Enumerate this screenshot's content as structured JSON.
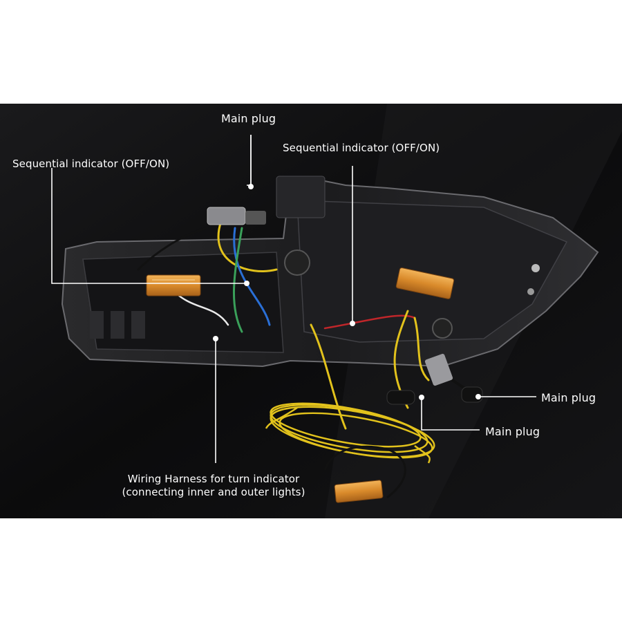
{
  "labels": {
    "main_plug_top": "Main plug",
    "sequential_indicator_left": "Sequential indicator (OFF/ON)",
    "sequential_indicator_right": "Sequential indicator (OFF/ON)",
    "main_plug_right_upper": "Main plug",
    "main_plug_right_lower": "Main plug",
    "wiring_harness_line1": "Wiring Harness for turn indicator",
    "wiring_harness_line2": "(connecting inner and outer lights)"
  },
  "colors": {
    "background": "#0c0c0d",
    "wire_yellow": "#e2c21c",
    "resistor_gold": "#d98a2b",
    "callout_line": "#ffffff",
    "wire_blue": "#2a6fd6",
    "wire_green": "#3aa05a",
    "wire_red": "#c0262a"
  },
  "icons": {
    "resistor": "load-resistor-icon",
    "connector": "plug-connector-icon"
  }
}
